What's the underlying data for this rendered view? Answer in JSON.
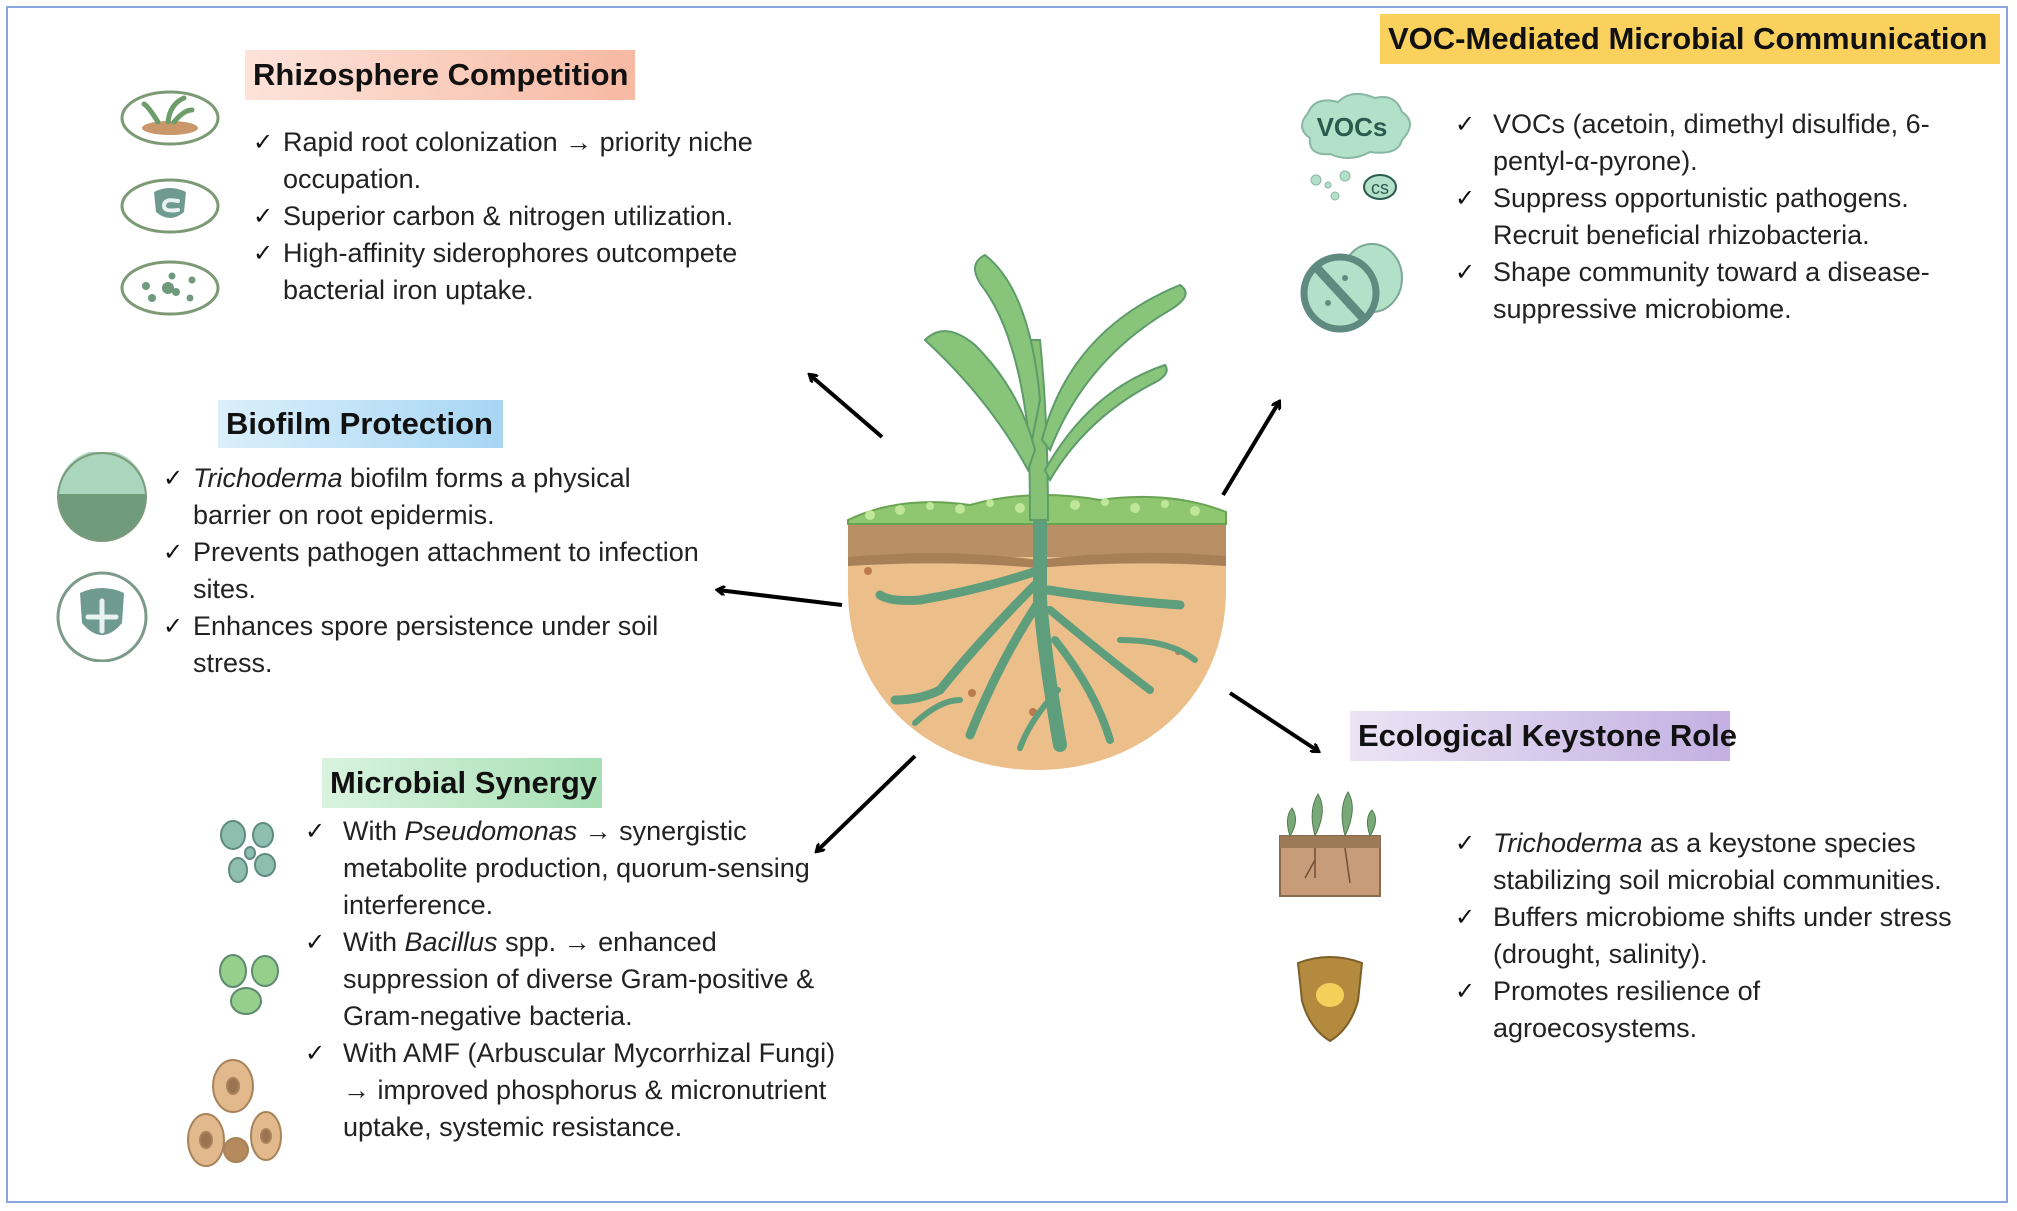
{
  "center": {
    "illustration": "plant-with-roots-in-soil"
  },
  "sections": {
    "rhizosphere": {
      "title": "Rhizosphere Competition",
      "color": "#f7b9a2",
      "icons": [
        "plant-sprout-icon",
        "shield-icon",
        "microbe-cluster-icon"
      ],
      "items": [
        {
          "pre": "",
          "em": "",
          "post": "Rapid root colonization → priority niche occupation."
        },
        {
          "pre": "",
          "em": "",
          "post": "Superior carbon & nitrogen utilization."
        },
        {
          "pre": "",
          "em": "",
          "post": "High-affinity siderophores outcompete bacterial iron uptake."
        }
      ]
    },
    "voc": {
      "title": "VOC-Mediated Microbial Communication",
      "color": "#fbd15d",
      "icon_text": {
        "cloud": "VOCs",
        "bubble": "cs"
      },
      "icons": [
        "vocs-cloud-icon",
        "no-pathogen-icon"
      ],
      "items": [
        {
          "pre": "",
          "em": "",
          "post": "VOCs (acetoin, dimethyl disulfide, 6-pentyl-α-pyrone)."
        },
        {
          "pre": "",
          "em": "",
          "post": "Suppress opportunistic pathogens. Recruit beneficial rhizobacteria."
        },
        {
          "pre": "",
          "em": "",
          "post": "Shape community toward a disease-suppressive microbiome."
        }
      ]
    },
    "biofilm": {
      "title": "Biofilm Protection",
      "color": "#a7d6f4",
      "icons": [
        "biofilm-disc-icon",
        "shield-plus-icon"
      ],
      "items": [
        {
          "pre": "",
          "em": "Trichoderma",
          "post": " biofilm forms a physical barrier on root epidermis."
        },
        {
          "pre": "",
          "em": "",
          "post": "Prevents pathogen attachment to infection sites."
        },
        {
          "pre": "",
          "em": "",
          "post": "Enhances spore persistence under soil stress."
        }
      ]
    },
    "synergy": {
      "title": "Microbial Synergy",
      "color": "#a7dfb4",
      "icons": [
        "pseudomonas-cells-icon",
        "bacillus-cells-icon",
        "amf-spores-icon"
      ],
      "items": [
        {
          "pre": "With ",
          "em": "Pseudomonas",
          "post": " → synergistic metabolite production, quorum-sensing interference."
        },
        {
          "pre": "With ",
          "em": "Bacillus",
          "post": " spp. → enhanced suppression of diverse Gram-positive & Gram-negative bacteria."
        },
        {
          "pre": "",
          "em": "",
          "post": "With AMF (Arbuscular Mycorrhizal Fungi) → improved phosphorus & micronutrient uptake, systemic resistance."
        }
      ]
    },
    "keystone": {
      "title": "Ecological Keystone Role",
      "color": "#c3b0e2",
      "icons": [
        "soil-plants-icon",
        "golden-shield-icon"
      ],
      "items": [
        {
          "pre": "",
          "em": "Trichoderma",
          "post": " as a keystone species stabilizing soil microbial communities."
        },
        {
          "pre": "",
          "em": "",
          "post": "Buffers microbiome shifts under stress (drought, salinity)."
        },
        {
          "pre": "",
          "em": "",
          "post": "Promotes resilience of agroecosystems."
        }
      ]
    }
  },
  "check_glyph": "✓"
}
